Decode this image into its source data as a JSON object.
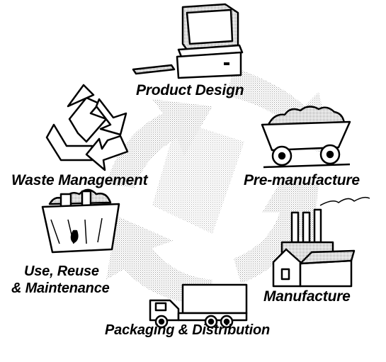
{
  "diagram": {
    "stages": [
      {
        "id": "product-design",
        "label": "Product Design",
        "icon": "computer-icon"
      },
      {
        "id": "pre-manufacture",
        "label": "Pre-manufacture",
        "icon": "ore-cart-icon"
      },
      {
        "id": "manufacture",
        "label": "Manufacture",
        "icon": "factory-icon"
      },
      {
        "id": "packaging-distribution",
        "label": "Packaging & Distribution",
        "icon": "truck-icon"
      },
      {
        "id": "use-reuse",
        "label_line1": "Use, Reuse",
        "label_line2": "& Maintenance",
        "icon": "recycling-bin-icon"
      },
      {
        "id": "waste-management",
        "label": "Waste Management",
        "icon": "recycle-symbol-icon"
      }
    ]
  }
}
